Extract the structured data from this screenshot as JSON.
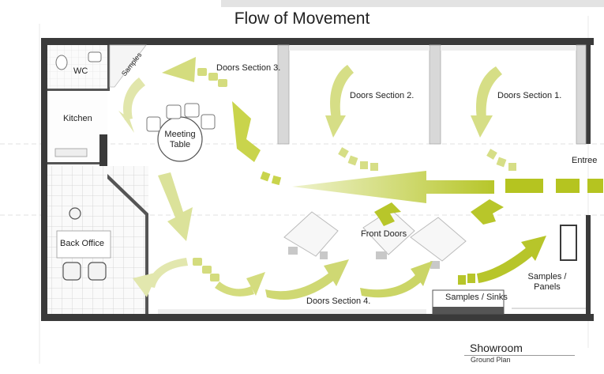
{
  "title": "Flow of Movement",
  "rooms": {
    "wc": "WC",
    "kitchen": "Kitchen",
    "back_office": "Back Office",
    "meeting_table": "Meeting\nTable",
    "samples": "Samples",
    "doors_section_1": "Doors Section 1.",
    "doors_section_2": "Doors Section 2.",
    "doors_section_3": "Doors Section 3.",
    "doors_section_4": "Doors Section 4.",
    "front_doors": "Front Doors",
    "entree": "Entree",
    "samples_sinks": "Samples / Sinks",
    "samples_panels": "Samples /\nPanels"
  },
  "caption": {
    "title": "Showroom",
    "subtitle": "Ground Plan"
  },
  "colors": {
    "arrow_light": "#dfe6a6",
    "arrow_dark": "#b5c420",
    "wall": "#3a3a3a",
    "fixture": "#bdbdbd"
  }
}
